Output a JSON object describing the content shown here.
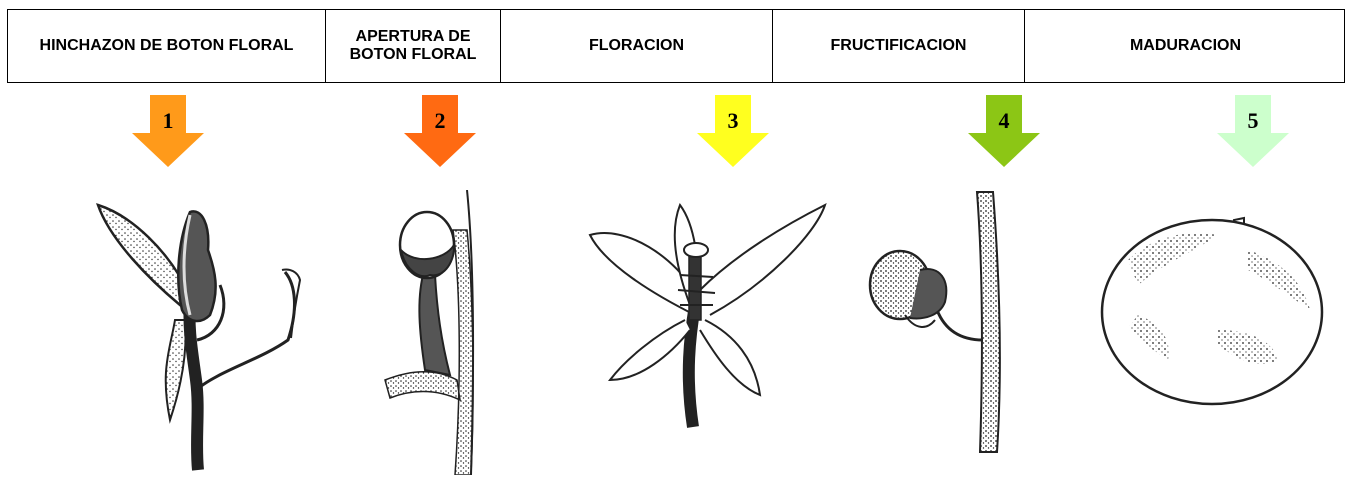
{
  "stages": [
    {
      "title": "HINCHAZON DE BOTON FLORAL",
      "number": "1",
      "arrow_color": "#FF9A1A",
      "icon": "swollen-bud-icon"
    },
    {
      "title": "APERTURA DE BOTON FLORAL",
      "number": "2",
      "arrow_color": "#FF6A12",
      "icon": "opening-bud-icon"
    },
    {
      "title": "FLORACION",
      "number": "3",
      "arrow_color": "#FFFF1F",
      "icon": "flower-icon"
    },
    {
      "title": "FRUCTIFICACION",
      "number": "4",
      "arrow_color": "#8CC615",
      "icon": "young-fruit-icon"
    },
    {
      "title": "MADURACION",
      "number": "5",
      "arrow_color": "#CCFFCC",
      "icon": "ripe-fruit-icon"
    }
  ]
}
